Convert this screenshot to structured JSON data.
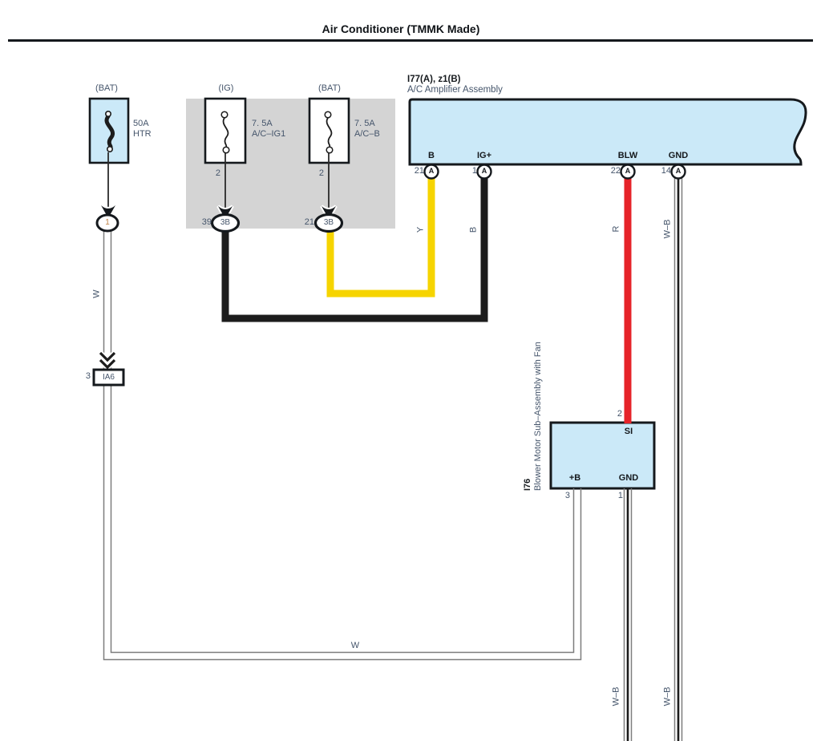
{
  "title": "Air Conditioner (TMMK Made)",
  "colors": {
    "component_fill": "#cbe9f8",
    "relay_block_fill": "#d4d4d4",
    "wire_yellow": "#f6d400",
    "wire_red": "#e62329",
    "wire_black": "#1c1c1c",
    "wire_outline_gray": "#7d7d7d",
    "label_text": "#45556b",
    "ink": "#15191d"
  },
  "power_sources": {
    "bat1": "(BAT)",
    "ig": "(IG)",
    "bat2": "(BAT)"
  },
  "fuses": {
    "htr": {
      "rating": "50A",
      "name": "HTR"
    },
    "ac_ig1": {
      "rating": "7. 5A",
      "name": "A/C–IG1",
      "pin_top": "2",
      "pin_row": "39",
      "connector": "3B"
    },
    "ac_b": {
      "rating": "7. 5A",
      "name": "A/C–B",
      "pin_top": "2",
      "pin_row": "21",
      "connector": "3B"
    }
  },
  "amplifier": {
    "ref": "I77(A), z1(B)",
    "name": "A/C Amplifier Assembly",
    "terminals": [
      {
        "label": "B",
        "pin": "21",
        "connector": "A"
      },
      {
        "label": "IG+",
        "pin": "1",
        "connector": "A"
      },
      {
        "label": "BLW",
        "pin": "22",
        "connector": "A"
      },
      {
        "label": "GND",
        "pin": "14",
        "connector": "A"
      }
    ]
  },
  "blower": {
    "ref": "I76",
    "name": "Blower Motor Sub–Assembly with Fan",
    "si_label": "SI",
    "si_pin": "2",
    "plus_b_label": "+B",
    "plus_b_pin": "3",
    "gnd_label": "GND",
    "gnd_pin": "1"
  },
  "connectors": {
    "oval1": "1",
    "ia6": "IA6",
    "ia6_pin": "3"
  },
  "wire_labels": {
    "w": "W",
    "y": "Y",
    "b": "B",
    "r": "R",
    "wb": "W–B"
  }
}
